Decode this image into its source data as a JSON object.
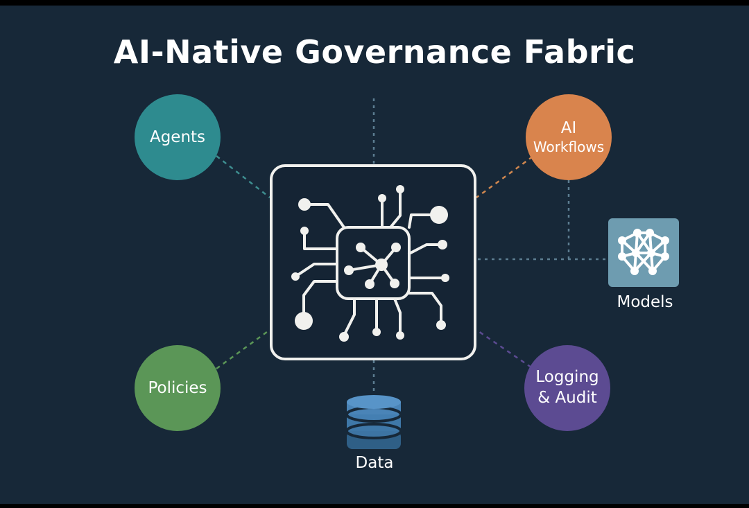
{
  "title": "AI-Native Governance Fabric",
  "nodes": {
    "agents": {
      "label": "Agents",
      "color": "#2e8b8f"
    },
    "policies": {
      "label": "Policies",
      "color": "#5b9657"
    },
    "ai_workflows": {
      "label_line1": "AI",
      "label_line2": "Workflows",
      "color": "#d9844d"
    },
    "logging_audit": {
      "label_line1": "Logging",
      "label_line2": "& Audit",
      "color": "#5c4b92"
    },
    "models": {
      "label": "Models",
      "icon": "neural-network-icon",
      "color": "#6e9cb0"
    },
    "data": {
      "label": "Data",
      "icon": "database-icon",
      "color": "#4a7fb0"
    }
  },
  "hub": {
    "icon": "ai-chip-circuit-icon",
    "border_color": "#f1f1ee"
  },
  "connector_colors": {
    "agents": "#3e8e90",
    "workflows": "#d0874f",
    "policies": "#5b9657",
    "logging": "#5c4b92",
    "neutral": "#5c7d91"
  }
}
